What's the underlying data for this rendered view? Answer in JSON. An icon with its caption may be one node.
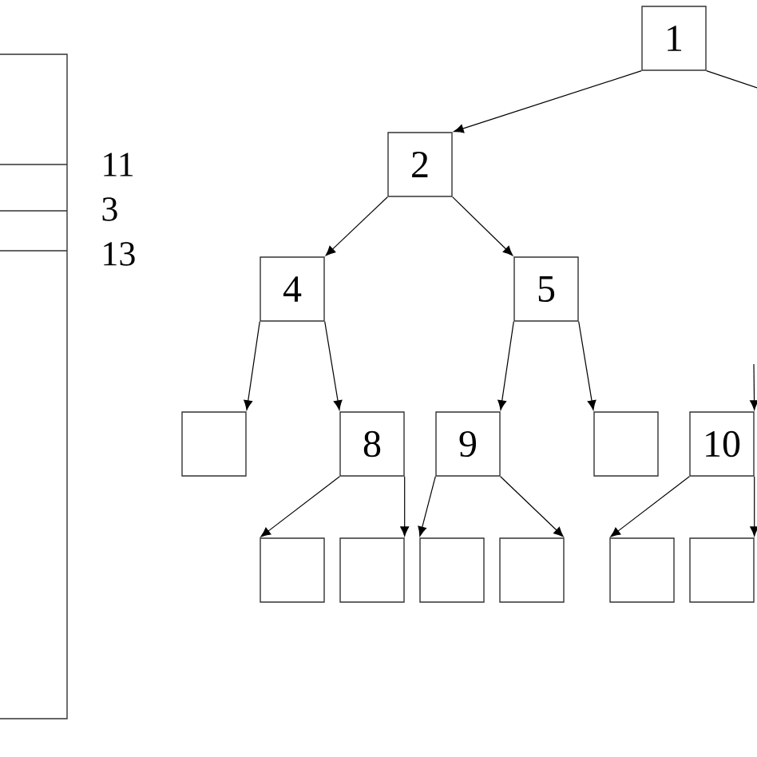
{
  "diagram": {
    "nodes": [
      {
        "text": [
          "1"
        ]
      },
      {
        "text": [
          "2"
        ]
      },
      {
        "text": [
          "4"
        ]
      },
      {
        "text": [
          "5"
        ]
      },
      {
        "text": [],
        "shape": "box"
      },
      {
        "text": [
          "8"
        ]
      },
      {
        "text": [
          "9"
        ]
      },
      {
        "text": [],
        "shape": "box"
      },
      {
        "text": [
          "10"
        ]
      },
      {
        "text": [],
        "shape": "box"
      },
      {
        "text": [],
        "shape": "box"
      },
      {
        "text": [],
        "shape": "box"
      },
      {
        "text": [],
        "shape": "box"
      },
      {
        "text": [],
        "shape": "box"
      },
      {
        "text": [],
        "shape": "box"
      }
    ],
    "edges": [
      {
        "from": 0,
        "to": 1,
        "arrow": "to"
      },
      {
        "from": 0,
        "to": null,
        "arrow": "none"
      },
      {
        "from": 1,
        "to": 2,
        "arrow": "to"
      },
      {
        "from": 1,
        "to": 3,
        "arrow": "to"
      },
      {
        "from": 2,
        "to": 4,
        "arrow": "to"
      },
      {
        "from": 2,
        "to": 5,
        "arrow": "to"
      },
      {
        "from": 3,
        "to": 6,
        "arrow": "to"
      },
      {
        "from": 3,
        "to": 7,
        "arrow": "to"
      },
      {
        "from": null,
        "to": 8,
        "arrow": "to"
      },
      {
        "from": 5,
        "to": 9,
        "arrow": "to"
      },
      {
        "from": 5,
        "to": 10,
        "arrow": "to"
      },
      {
        "from": 6,
        "to": 11,
        "arrow": "to"
      },
      {
        "from": 6,
        "to": 12,
        "arrow": "to"
      },
      {
        "from": 8,
        "to": 13,
        "arrow": "to"
      },
      {
        "from": 8,
        "to": 14,
        "arrow": "to"
      }
    ],
    "labels": [
      "11",
      "3",
      "13"
    ]
  }
}
